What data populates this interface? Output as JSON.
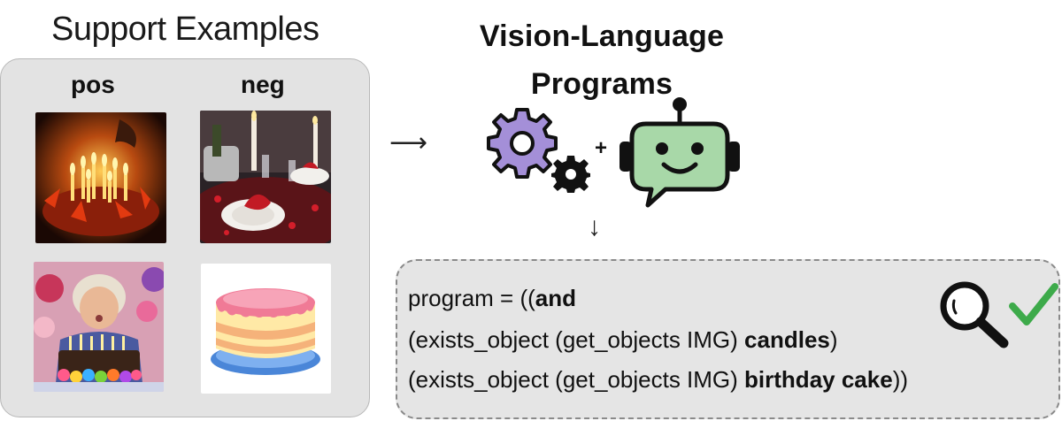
{
  "support": {
    "title": "Support Examples",
    "pos_label": "pos",
    "neg_label": "neg"
  },
  "vlp": {
    "title_line1": "Vision-Language",
    "title_line2": "Programs",
    "plus": "+"
  },
  "arrows": {
    "right": "⟶",
    "down": "↓"
  },
  "program": {
    "line1_pre": "program = ((",
    "line1_bold": "and",
    "line2_pre": "(exists_object (get_objects IMG) ",
    "line2_bold": "candles",
    "line2_post": ")",
    "line3_pre": "(exists_object (get_objects IMG) ",
    "line3_bold": "birthday cake",
    "line3_post": "))"
  },
  "colors": {
    "gear_big": "#a48fd8",
    "robot_face": "#a8d8a8",
    "checkmark": "#3daa4a",
    "panel_bg": "#e3e3e3"
  }
}
